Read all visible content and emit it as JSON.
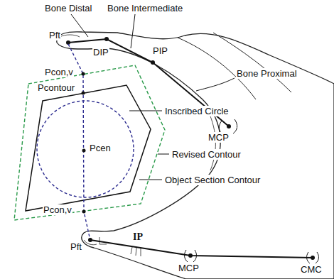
{
  "diagram": {
    "labels": [
      "Bone Distal",
      "Bone Intermediate",
      "Pft",
      "DIP",
      "PIP",
      "Bone Proximal",
      "MCP",
      "Pcon,v",
      "Pcontour",
      "Inscribed Circle",
      "Pcen",
      "Revised Contour",
      "Object Section Contour",
      "Pcon,v",
      "Pft",
      "IP",
      "MCP",
      "CMC"
    ]
  }
}
